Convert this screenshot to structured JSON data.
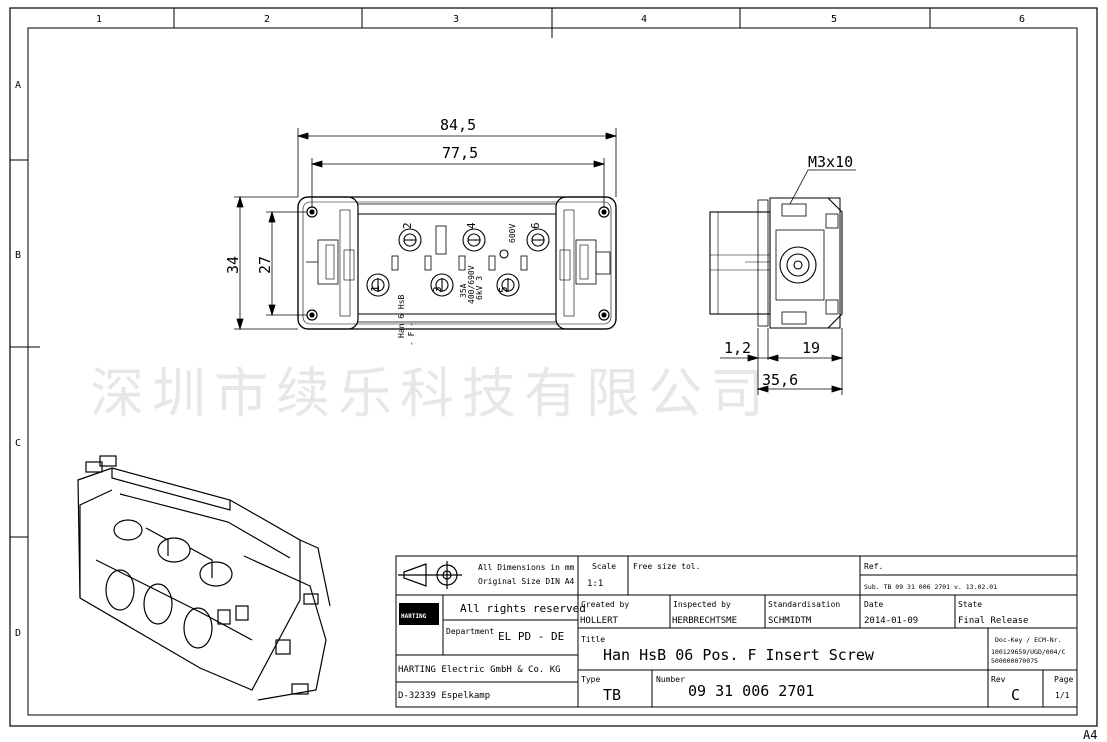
{
  "zones": {
    "columns": [
      "1",
      "2",
      "3",
      "4",
      "5",
      "6"
    ],
    "rows": [
      "A",
      "B",
      "C",
      "D"
    ],
    "sheet_size": "A4"
  },
  "dimensions": {
    "width_outer": "84,5",
    "width_inner": "77,5",
    "height_outer": "34",
    "height_inner": "27",
    "screw": "M3x10",
    "side_a": "1,2",
    "side_b": "19",
    "side_total": "35,6"
  },
  "insert_marks": {
    "contacts": [
      "1",
      "2",
      "3",
      "4",
      "5",
      "6"
    ],
    "text_line1": "Han 6 HsB",
    "text_line2": "- F -",
    "text_line3": "35A",
    "text_line4": "400/690V",
    "text_line5": "6kV 3",
    "text_line6": "600V"
  },
  "watermark": "深圳市续乐科技有限公司",
  "title_block": {
    "all_dimensions": "All Dimensions in mm",
    "original_size": "Original Size DIN A4",
    "rights": "All rights reserved",
    "logo_text": "HARTING",
    "department_label": "Department",
    "department_value": "EL PD - DE",
    "company": "HARTING Electric GmbH & Co. KG",
    "address": "D-32339 Espelkamp",
    "scale_label": "Scale",
    "scale_value": "1:1",
    "free_size_tol": "Free size tol.",
    "ref_label": "Ref.",
    "ref_value": "Sub. TB 09 31 006 2701 v. 13.02.01",
    "created_label": "Created by",
    "created_value": "HOLLERT",
    "inspected_label": "Inspected by",
    "inspected_value": "HERBRECHTSME",
    "standard_label": "Standardisation",
    "standard_value": "SCHMIDTM",
    "date_label": "Date",
    "date_value": "2014-01-09",
    "state_label": "State",
    "state_value": "Final Release",
    "title_label": "Title",
    "title_value": "Han HsB 06 Pos. F Insert Screw",
    "dockey_label": "Doc-Key / ECM-Nr.",
    "dockey_line1": "100129659/UGD/004/C",
    "dockey_line2": "500000070075",
    "type_label": "Type",
    "type_value": "TB",
    "number_label": "Number",
    "number_value": "09 31 006 2701",
    "rev_label": "Rev",
    "rev_value": "C",
    "page_label": "Page",
    "page_value": "1/1"
  }
}
